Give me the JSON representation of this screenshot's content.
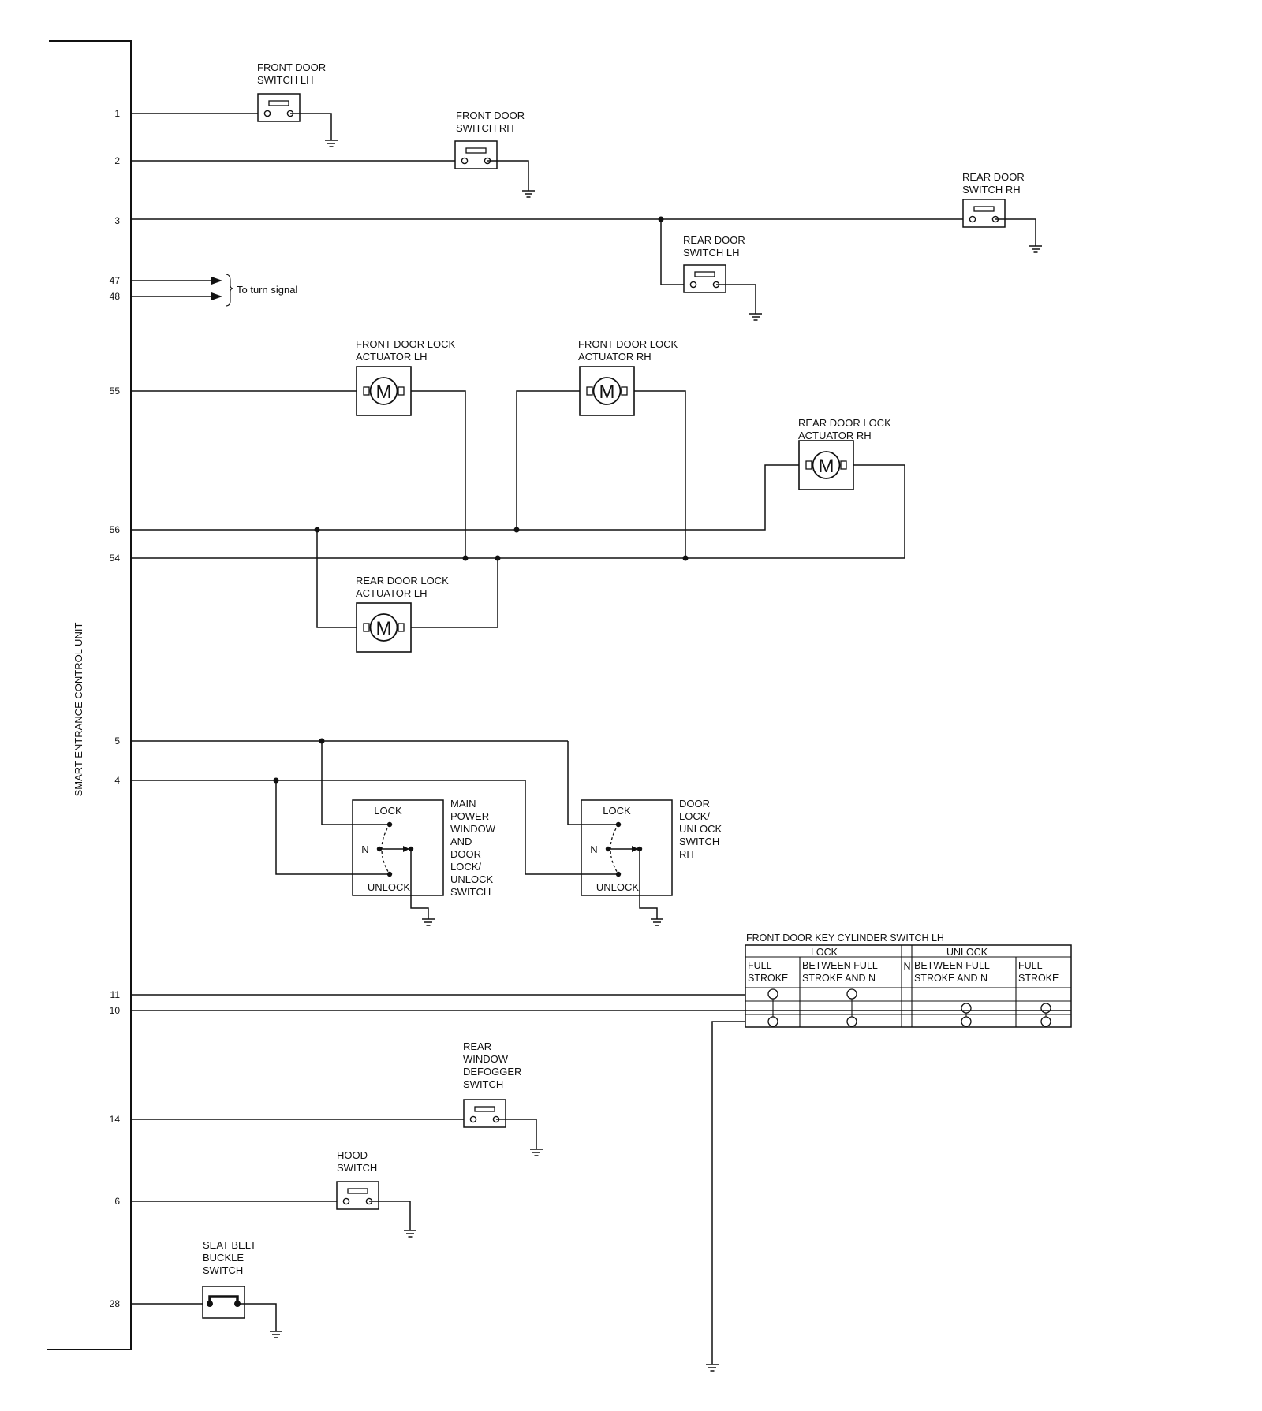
{
  "control_unit": {
    "label": "SMART ENTRANCE CONTROL UNIT"
  },
  "pins": {
    "p1": "1",
    "p2": "2",
    "p3": "3",
    "p47": "47",
    "p48": "48",
    "p55": "55",
    "p56": "56",
    "p54": "54",
    "p5": "5",
    "p4": "4",
    "p11": "11",
    "p10": "10",
    "p14": "14",
    "p6": "6",
    "p28": "28"
  },
  "turn_signal": {
    "label": "To turn signal"
  },
  "door_switches": {
    "front_lh": [
      "FRONT DOOR",
      "SWITCH LH"
    ],
    "front_rh": [
      "FRONT DOOR",
      "SWITCH RH"
    ],
    "rear_rh": [
      "REAR DOOR",
      "SWITCH RH"
    ],
    "rear_lh": [
      "REAR DOOR",
      "SWITCH LH"
    ]
  },
  "actuators": {
    "front_lh": [
      "FRONT DOOR LOCK",
      "ACTUATOR LH"
    ],
    "front_rh": [
      "FRONT DOOR LOCK",
      "ACTUATOR RH"
    ],
    "rear_rh": [
      "REAR DOOR LOCK",
      "ACTUATOR RH"
    ],
    "rear_lh": [
      "REAR DOOR LOCK",
      "ACTUATOR LH"
    ],
    "motor_symbol": "M"
  },
  "lock_switches": {
    "lock": "LOCK",
    "n": "N",
    "unlock": "UNLOCK",
    "main": [
      "MAIN",
      "POWER",
      "WINDOW",
      "AND",
      "DOOR",
      "LOCK/",
      "UNLOCK",
      "SWITCH"
    ],
    "rh": [
      "DOOR",
      "LOCK/",
      "UNLOCK",
      "SWITCH",
      "RH"
    ]
  },
  "key_cylinder": {
    "title": "FRONT DOOR KEY CYLINDER SWITCH LH",
    "lock": "LOCK",
    "unlock": "UNLOCK",
    "n": "N",
    "full1": [
      "FULL",
      "STROKE"
    ],
    "between1": [
      "BETWEEN FULL",
      "STROKE AND N"
    ],
    "between2": [
      "BETWEEN FULL",
      "STROKE AND N"
    ],
    "full2": [
      "FULL",
      "STROKE"
    ]
  },
  "other_switches": {
    "defogger": [
      "REAR",
      "WINDOW",
      "DEFOGGER",
      "SWITCH"
    ],
    "hood": [
      "HOOD",
      "SWITCH"
    ],
    "seatbelt": [
      "SEAT BELT",
      "BUCKLE",
      "SWITCH"
    ]
  }
}
